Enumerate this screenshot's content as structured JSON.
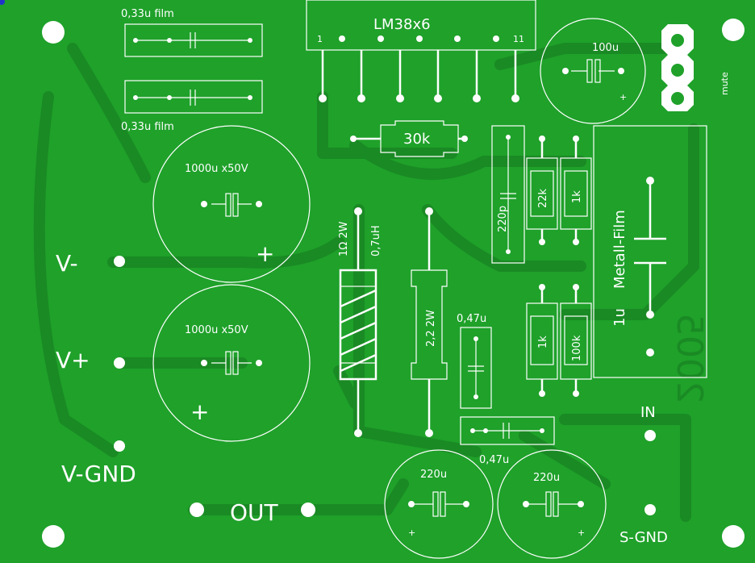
{
  "board": {
    "background_color": "#1fa12a",
    "trace_color": "#1a8a24",
    "silk_color": "#ffffff"
  },
  "ic": {
    "name": "LM38x6",
    "pin_first": "1",
    "pin_last": "11"
  },
  "film_caps": {
    "top": "0,33u film",
    "bottom": "0,33u film"
  },
  "big_caps": {
    "upper": "1000u x50V",
    "lower": "1000u x50V"
  },
  "terminals": {
    "v_minus": "V-",
    "v_plus": "V+",
    "v_gnd": "V-GND",
    "out": "OUT",
    "in": "IN",
    "s_gnd": "S-GND",
    "mute": "mute"
  },
  "parts": {
    "r_30k": "30k",
    "c_220p": "220p",
    "r_22k": "22k",
    "r_1k_a": "1k",
    "r_1k_b": "1k",
    "r_100k": "100k",
    "cap_1u": "1u",
    "metall_film": "Metall-Film",
    "cap_100u": "100u",
    "r_1ohm": "1Ω 2W",
    "inductor": "0,7uH",
    "r_2_2": "2,2 2W",
    "cap_047_a": "0,47u",
    "cap_047_b": "0,47u",
    "cap_220u_a": "220u",
    "cap_220u_b": "220u",
    "plus": "+",
    "copper_text": "2005"
  }
}
